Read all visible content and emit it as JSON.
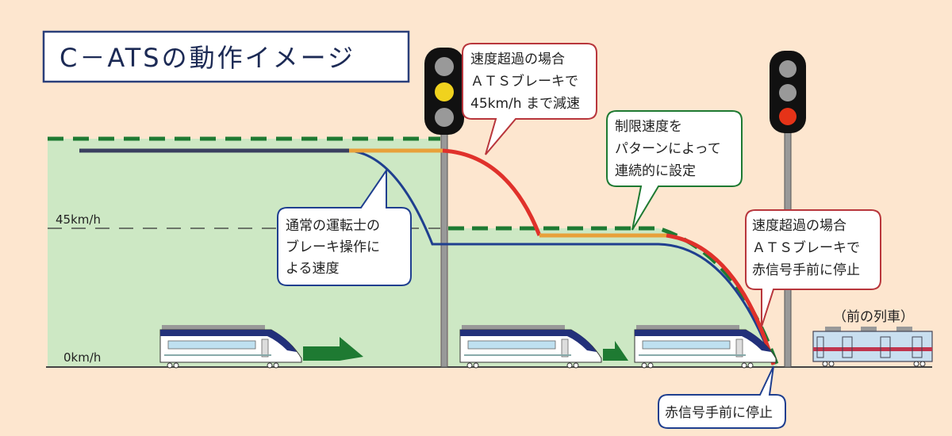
{
  "title": "C－ATSの動作イメージ",
  "axis": {
    "speed_45": "45km/h",
    "speed_0": "0km/h"
  },
  "callouts": {
    "overspeed_45": [
      "速度超過の場合",
      "ＡＴＳブレーキで",
      "45km/h まで減速"
    ],
    "pattern": [
      "制限速度を",
      "パターンによって",
      "連続的に設定"
    ],
    "normal_brake": [
      "通常の運転士の",
      "ブレーキ操作に",
      "よる速度"
    ],
    "overspeed_stop": [
      "速度超過の場合",
      "ＡＴＳブレーキで",
      "赤信号手前に停止"
    ],
    "stop": "赤信号手前に停止"
  },
  "front_train_label": "（前の列車）",
  "colors": {
    "background": "#fde6cf",
    "area": "#cde8c4",
    "pattern": "#1e7a32",
    "actual": "#1f3f8f",
    "ats": "#e0312b",
    "coast": "#e8a13a"
  }
}
